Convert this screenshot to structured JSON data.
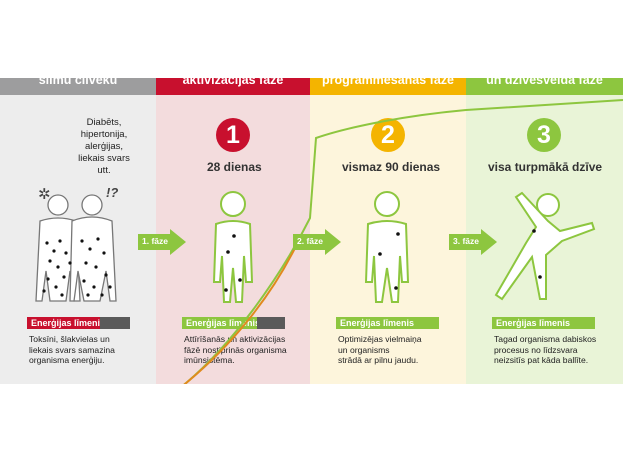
{
  "columns": [
    {
      "header": "slimu cilvēku",
      "diseases": [
        "Diabēts,",
        "hipertonija,",
        "alerģijas,",
        "liekais svars",
        "utt."
      ],
      "energy_label": "Enerģijas līmenis",
      "description": [
        "Toksīni, šlakvielas un",
        "liekais svars samazina",
        "organisma enerģiju."
      ]
    },
    {
      "header": "aktivizācijas fāze",
      "number": "1",
      "duration": "28 dienas",
      "energy_label": "Enerģijas līmenis",
      "description": [
        "Attīrīšanās un aktivizācijas",
        "fāzē nostiprinās organisma",
        "imūnsistēma."
      ]
    },
    {
      "header": "programmēšanas fāze",
      "number": "2",
      "duration": "vismaz 90 dienas",
      "energy_label": "Enerģijas līmenis",
      "description": [
        "Optimizējas vielmaiņa",
        "un organisms",
        "strādā ar pilnu jaudu."
      ]
    },
    {
      "header": "un dzīvesveida fāze",
      "number": "3",
      "duration": "visa turpmākā dzīve",
      "energy_label": "Enerģijas līmenis",
      "description": [
        "Tagad organisma dabiskos",
        "procesus no līdzsvara",
        "neizsitīs pat kāda ballīte."
      ]
    }
  ],
  "arrows": [
    "1. fāze",
    "2. fāze",
    "3. fāze"
  ],
  "symbols": {
    "shock": "✲",
    "question": "!?"
  },
  "colors": {
    "grey": "#9d9d9e",
    "red": "#c8102e",
    "yellow": "#f4b400",
    "green": "#8dc63f"
  }
}
